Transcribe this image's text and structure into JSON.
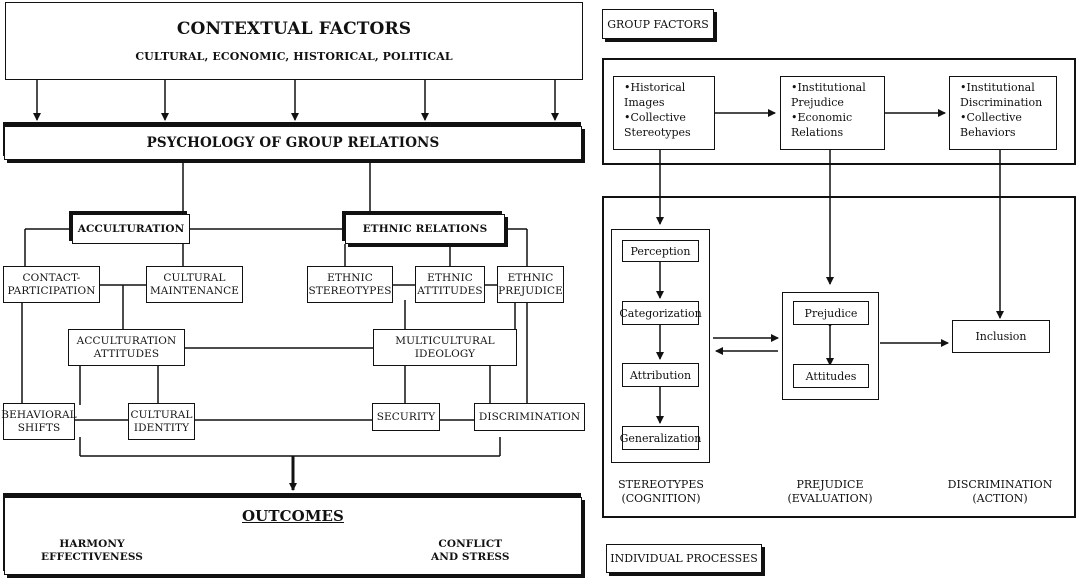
{
  "left": {
    "contextual": {
      "title": "CONTEXTUAL FACTORS",
      "subtitle": "CULTURAL, ECONOMIC, HISTORICAL, POLITICAL"
    },
    "psychology": {
      "title": "PSYCHOLOGY OF GROUP RELATIONS"
    },
    "acculturation": "ACCULTURATION",
    "ethnic_relations": "ETHNIC RELATIONS",
    "contact_participation": "CONTACT-\nPARTICIPATION",
    "cultural_maintenance": "CULTURAL\nMAINTENANCE",
    "ethnic_stereotypes": "ETHNIC\nSTEREOTYPES",
    "ethnic_attitudes": "ETHNIC\nATTITUDES",
    "ethnic_prejudice": "ETHNIC\nPREJUDICE",
    "acculturation_attitudes": "ACCULTURATION\nATTITUDES",
    "multicultural_ideology": "MULTICULTURAL\nIDEOLOGY",
    "behavioral_shifts": "BEHAVIORAL\nSHIFTS",
    "cultural_identity": "CULTURAL\nIDENTITY",
    "security": "SECURITY",
    "discrimination": "DISCRIMINATION",
    "outcomes": {
      "title": "OUTCOMES",
      "harmony": "HARMONY\nEFFECTIVENESS",
      "conflict": "CONFLICT\nAND STRESS"
    }
  },
  "right": {
    "group_factors_tag": "GROUP FACTORS",
    "individual_processes_tag": "INDIVIDUAL PROCESSES",
    "factor_boxes": [
      {
        "items": [
          "Historical\nImages",
          "Collective\nStereotypes"
        ]
      },
      {
        "items": [
          "Institutional\nPrejudice",
          "Economic\nRelations"
        ]
      },
      {
        "items": [
          "Institutional\nDiscrimination",
          "Collective\nBehaviors"
        ]
      }
    ],
    "processes": [
      "Perception",
      "Categorization",
      "Attribution",
      "Generalization"
    ],
    "prejudice": "Prejudice",
    "attitudes": "Attitudes",
    "inclusion": "Inclusion",
    "captions": {
      "stereotypes": "STEREOTYPES\n(COGNITION)",
      "prejudice": "PREJUDICE\n(EVALUATION)",
      "discrimination": "DISCRIMINATION\n(ACTION)"
    }
  }
}
